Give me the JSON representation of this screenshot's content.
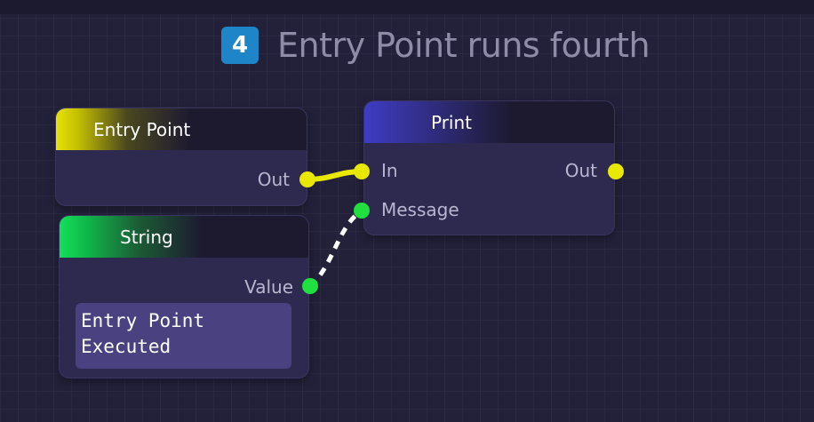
{
  "title": {
    "badge": "4",
    "text": "Entry Point runs fourth"
  },
  "nodes": {
    "entry_point": {
      "title": "Entry Point",
      "out_label": "Out"
    },
    "print": {
      "title": "Print",
      "in_label": "In",
      "out_label": "Out",
      "message_label": "Message"
    },
    "string": {
      "title": "String",
      "value_label": "Value",
      "value": "Entry Point\nExecuted"
    }
  },
  "colors": {
    "exec_pin": "#e8e800",
    "data_pin": "#1fe03f",
    "badge": "#1e86c8",
    "node_body": "#2e2a4f",
    "background": "#23213a"
  }
}
